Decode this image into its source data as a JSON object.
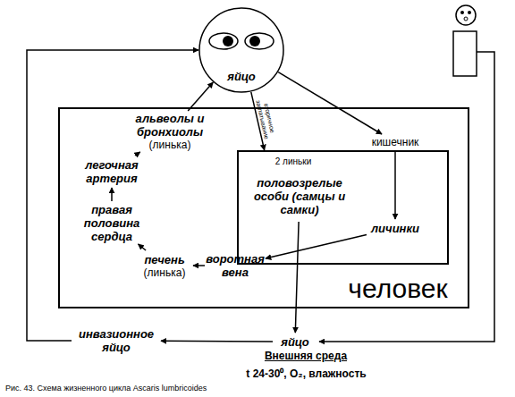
{
  "diagram": {
    "caption": "Рис. 43. Схема жизненного цикла Ascaris lumbricoides",
    "nodes": [
      {
        "text": [
          "яйцо"
        ]
      },
      {
        "text": [
          "человек"
        ]
      },
      {
        "text": [
          "альвеолы и бронхиолы",
          "(линька)"
        ],
        "in": 1
      },
      {
        "text": [
          "легочная артерия"
        ],
        "in": 1
      },
      {
        "text": [
          "правая половина сердца"
        ],
        "in": 1
      },
      {
        "text": [
          "печень",
          "(линька)"
        ],
        "in": 1
      },
      {
        "text": [
          "воротная вена"
        ],
        "in": 1
      },
      {
        "text": [
          "кишечник"
        ],
        "in": 1
      },
      {
        "text": [
          "2 линьки"
        ],
        "in": 1
      },
      {
        "text": [
          "половозрелые особи (самцы и самки)"
        ],
        "in": 8
      },
      {
        "text": [
          "личинки"
        ],
        "in": 8
      },
      {
        "text": [
          "яйцо"
        ]
      },
      {
        "text": [
          "инвазионное яйцо"
        ]
      }
    ],
    "edges": [
      {
        "from": 0,
        "to": 7,
        "arrow": "to"
      },
      {
        "from": 7,
        "to": 10,
        "arrow": "to"
      },
      {
        "from": 10,
        "to": 6,
        "arrow": "to"
      },
      {
        "from": 6,
        "to": 5,
        "arrow": "to"
      },
      {
        "from": 5,
        "to": 4,
        "arrow": "to"
      },
      {
        "from": 4,
        "to": 3,
        "arrow": "to"
      },
      {
        "from": 3,
        "to": 2,
        "arrow": "to"
      },
      {
        "from": 2,
        "to": 0,
        "arrow": "to"
      },
      {
        "from": 0,
        "to": 8,
        "label": "вторичное заглатывание",
        "arrow": "to"
      },
      {
        "from": 9,
        "to": 11,
        "arrow": "to"
      },
      {
        "from": 11,
        "to": 12,
        "arrow": "to"
      },
      {
        "from": 12,
        "to": 0,
        "arrow": "to"
      }
    ],
    "labels": [
      "Внешняя среда",
      "t 24-30⁰, O₂, влажность"
    ]
  }
}
